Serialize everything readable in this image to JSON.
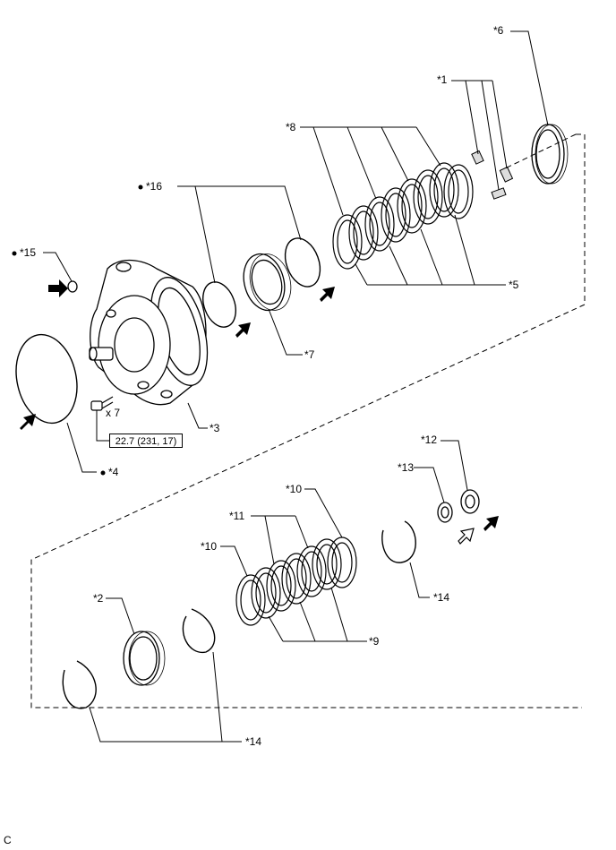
{
  "labels": {
    "l1": "*1",
    "l2": "*2",
    "l3": "*3",
    "l4": "*4",
    "l5": "*5",
    "l6": "*6",
    "l7": "*7",
    "l8": "*8",
    "l9": "*9",
    "l10a": "*10",
    "l10b": "*10",
    "l11": "*11",
    "l12": "*12",
    "l13": "*13",
    "l14a": "*14",
    "l14b": "*14",
    "l15": "*15",
    "l16": "*16"
  },
  "bolt_qty": "x 7",
  "torque": "22.7 (231, 17)",
  "corner_code": "C"
}
